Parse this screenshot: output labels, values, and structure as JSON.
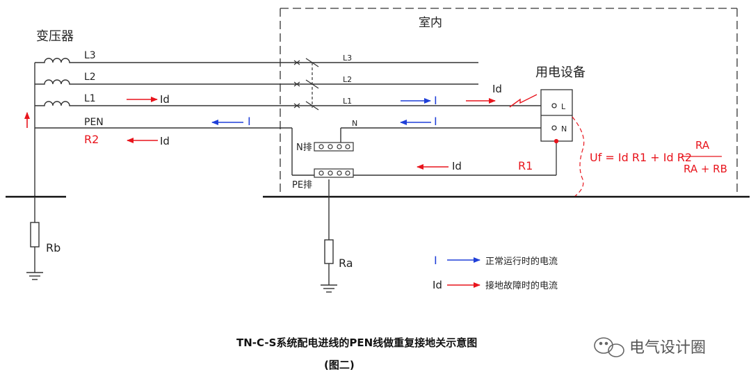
{
  "labels": {
    "transformer": "变压器",
    "indoor": "室内",
    "equipment": "用电设备",
    "l3_left": "L3",
    "l2_left": "L2",
    "l1_left": "L1",
    "pen": "PEN",
    "r2": "R2",
    "rb": "Rb",
    "l3_right": "L3",
    "l2_right": "L2",
    "l1_right": "L1",
    "n_right": "N",
    "n_bar": "N排",
    "pe_bar": "PE排",
    "ra": "Ra",
    "r1": "R1",
    "terminal_l": "L",
    "terminal_n": "N",
    "id_l1": "Id",
    "id_pen": "Id",
    "i_pen": "I",
    "i_l1": "I",
    "i_n": "I",
    "id_eq": "Id",
    "id_pe": "Id"
  },
  "formula": {
    "lhs": "Uf = Id R1 + Id R2",
    "numerator": "RA",
    "denominator": "RA + RB"
  },
  "legend": {
    "normal_symbol": "I",
    "normal_text": "正常运行时的电流",
    "fault_symbol": "Id",
    "fault_text": "接地故障时的电流"
  },
  "caption": {
    "title": "TN-C-S系统配电进线的PEN线做重复接地关示意图",
    "subtitle": "(图二)"
  },
  "watermark": {
    "text": "电气设计圈"
  },
  "colors": {
    "line": "#333333",
    "red": "#e8141c",
    "blue": "#1f3fd8",
    "watermark": "#555555"
  }
}
